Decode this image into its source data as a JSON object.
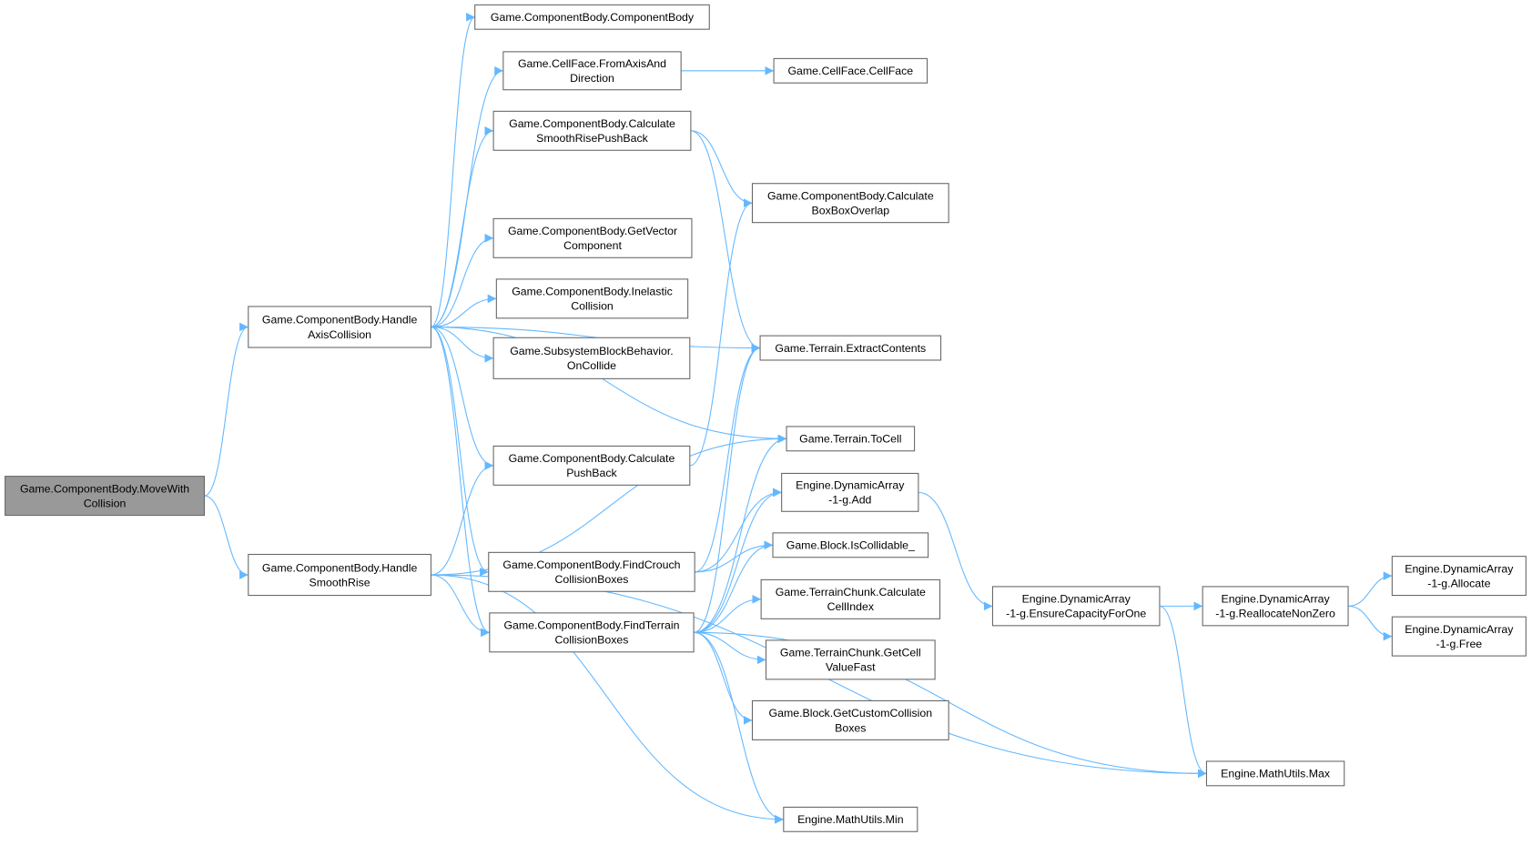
{
  "graph": {
    "nodes": [
      {
        "id": "move",
        "lines": [
          "Game.ComponentBody.MoveWith",
          "Collision"
        ],
        "root": true
      },
      {
        "id": "axis",
        "lines": [
          "Game.ComponentBody.Handle",
          "AxisCollision"
        ]
      },
      {
        "id": "rise",
        "lines": [
          "Game.ComponentBody.Handle",
          "SmoothRise"
        ]
      },
      {
        "id": "ctor",
        "lines": [
          "Game.ComponentBody.ComponentBody"
        ]
      },
      {
        "id": "fromaxis",
        "lines": [
          "Game.CellFace.FromAxisAnd",
          "Direction"
        ]
      },
      {
        "id": "srpb",
        "lines": [
          "Game.ComponentBody.Calculate",
          "SmoothRisePushBack"
        ]
      },
      {
        "id": "gvc",
        "lines": [
          "Game.ComponentBody.GetVector",
          "Component"
        ]
      },
      {
        "id": "inel",
        "lines": [
          "Game.ComponentBody.Inelastic",
          "Collision"
        ]
      },
      {
        "id": "oncol",
        "lines": [
          "Game.SubsystemBlockBehavior.",
          "OnCollide"
        ]
      },
      {
        "id": "pushback",
        "lines": [
          "Game.ComponentBody.Calculate",
          "PushBack"
        ]
      },
      {
        "id": "crouch",
        "lines": [
          "Game.ComponentBody.FindCrouch",
          "CollisionBoxes"
        ]
      },
      {
        "id": "terrain",
        "lines": [
          "Game.ComponentBody.FindTerrain",
          "CollisionBoxes"
        ]
      },
      {
        "id": "cellface",
        "lines": [
          "Game.CellFace.CellFace"
        ]
      },
      {
        "id": "boxbox",
        "lines": [
          "Game.ComponentBody.Calculate",
          "BoxBoxOverlap"
        ]
      },
      {
        "id": "extract",
        "lines": [
          "Game.Terrain.ExtractContents"
        ]
      },
      {
        "id": "tocell",
        "lines": [
          "Game.Terrain.ToCell"
        ]
      },
      {
        "id": "add",
        "lines": [
          "Engine.DynamicArray",
          "-1-g.Add"
        ]
      },
      {
        "id": "iscoll",
        "lines": [
          "Game.Block.IsCollidable_"
        ]
      },
      {
        "id": "cellidx",
        "lines": [
          "Game.TerrainChunk.Calculate",
          "CellIndex"
        ]
      },
      {
        "id": "cellval",
        "lines": [
          "Game.TerrainChunk.GetCell",
          "ValueFast"
        ]
      },
      {
        "id": "custom",
        "lines": [
          "Game.Block.GetCustomCollision",
          "Boxes"
        ]
      },
      {
        "id": "min",
        "lines": [
          "Engine.MathUtils.Min"
        ]
      },
      {
        "id": "ensure",
        "lines": [
          "Engine.DynamicArray",
          "-1-g.EnsureCapacityForOne"
        ]
      },
      {
        "id": "realloc",
        "lines": [
          "Engine.DynamicArray",
          "-1-g.ReallocateNonZero"
        ]
      },
      {
        "id": "alloc",
        "lines": [
          "Engine.DynamicArray",
          "-1-g.Allocate"
        ]
      },
      {
        "id": "free",
        "lines": [
          "Engine.DynamicArray",
          "-1-g.Free"
        ]
      },
      {
        "id": "max",
        "lines": [
          "Engine.MathUtils.Max"
        ]
      }
    ],
    "edges": [
      [
        "move",
        "axis"
      ],
      [
        "move",
        "rise"
      ],
      [
        "axis",
        "ctor"
      ],
      [
        "axis",
        "fromaxis"
      ],
      [
        "axis",
        "srpb"
      ],
      [
        "axis",
        "gvc"
      ],
      [
        "axis",
        "inel"
      ],
      [
        "axis",
        "oncol"
      ],
      [
        "axis",
        "extract"
      ],
      [
        "axis",
        "tocell"
      ],
      [
        "axis",
        "pushback"
      ],
      [
        "axis",
        "crouch"
      ],
      [
        "axis",
        "terrain"
      ],
      [
        "fromaxis",
        "cellface"
      ],
      [
        "srpb",
        "boxbox"
      ],
      [
        "srpb",
        "extract"
      ],
      [
        "pushback",
        "boxbox"
      ],
      [
        "rise",
        "pushback"
      ],
      [
        "rise",
        "tocell"
      ],
      [
        "rise",
        "terrain"
      ],
      [
        "rise",
        "min"
      ],
      [
        "rise",
        "max"
      ],
      [
        "crouch",
        "add"
      ],
      [
        "crouch",
        "iscoll"
      ],
      [
        "crouch",
        "extract"
      ],
      [
        "terrain",
        "extract"
      ],
      [
        "terrain",
        "tocell"
      ],
      [
        "terrain",
        "add"
      ],
      [
        "terrain",
        "iscoll"
      ],
      [
        "terrain",
        "cellidx"
      ],
      [
        "terrain",
        "cellval"
      ],
      [
        "terrain",
        "custom"
      ],
      [
        "terrain",
        "min"
      ],
      [
        "terrain",
        "max"
      ],
      [
        "add",
        "ensure"
      ],
      [
        "ensure",
        "realloc"
      ],
      [
        "ensure",
        "max"
      ],
      [
        "realloc",
        "alloc"
      ],
      [
        "realloc",
        "free"
      ]
    ],
    "colors": {
      "edge": "#63b8ff",
      "root_fill": "#999999",
      "node_border": "#666666"
    }
  }
}
